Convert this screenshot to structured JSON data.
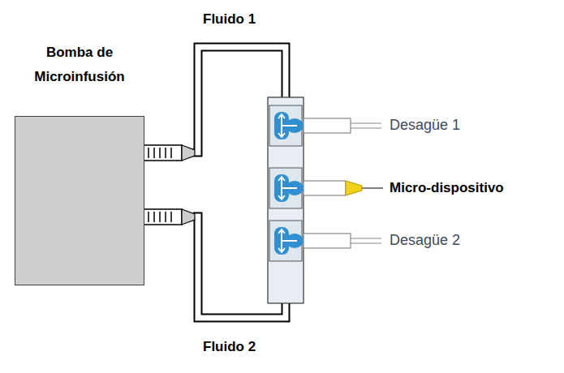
{
  "diagram": {
    "nodes": [
      {
        "text": [
          "Bomba de Microinfusión"
        ]
      }
    ],
    "labels": [
      "Fluido 1",
      "Desagüe 1",
      "Micro-dispositivo",
      "Desagüe 2",
      "Fluido 2"
    ]
  }
}
